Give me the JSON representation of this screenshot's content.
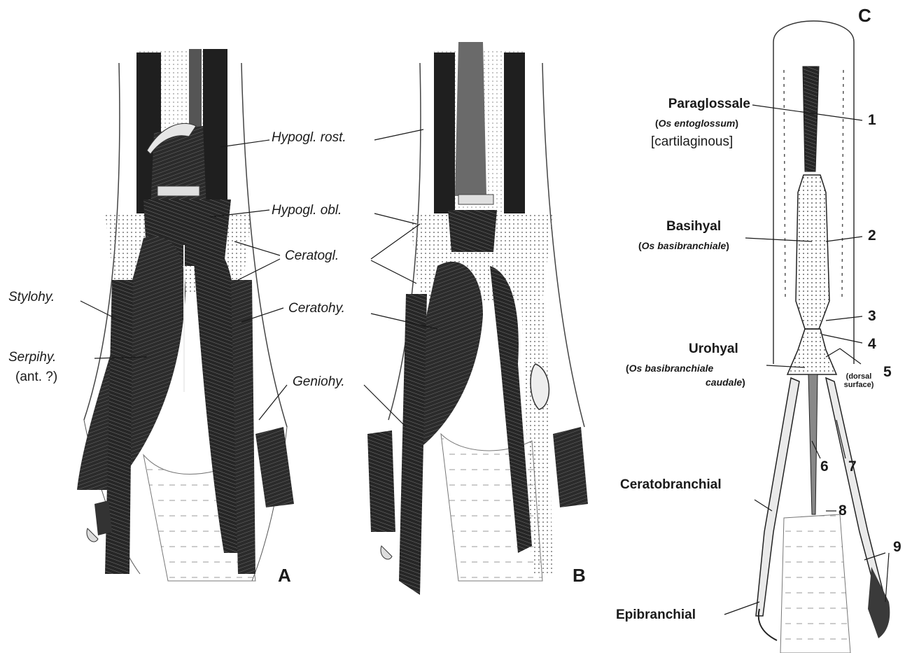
{
  "panels": {
    "a": "A",
    "b": "B",
    "c": "C"
  },
  "labels_ab": {
    "hypogl_rost": "Hypogl. rost.",
    "hypogl_obl": "Hypogl. obl.",
    "ceratogl": "Ceratogl.",
    "stylohy": "Stylohy.",
    "ceratohy": "Ceratohy.",
    "serpihy": "Serpihy.",
    "serpihy_note": "(ant. ?)",
    "geniohy": "Geniohy."
  },
  "labels_c": {
    "paraglossale": "Paraglossale",
    "paraglossale_latin": "Os entoglossum",
    "cartilaginous": "[cartilaginous]",
    "basihyal": "Basihyal",
    "basihyal_latin": "Os basibranchiale",
    "urohyal": "Urohyal",
    "urohyal_latin_1": "Os basibranchiale",
    "urohyal_latin_2": "caudale",
    "ceratobranchial": "Ceratobranchial",
    "epibranchial": "Epibranchial",
    "dorsal_1": "(dorsal",
    "dorsal_2": "surface)"
  },
  "numbers": {
    "n1": "1",
    "n2": "2",
    "n3": "3",
    "n4": "4",
    "n5": "5",
    "n6": "6",
    "n7": "7",
    "n8": "8",
    "n9": "9"
  },
  "colors": {
    "ink": "#1a1a1a",
    "muscle": "#2b2b2b",
    "stipple": "#bdbdbd",
    "paper": "#ffffff"
  }
}
